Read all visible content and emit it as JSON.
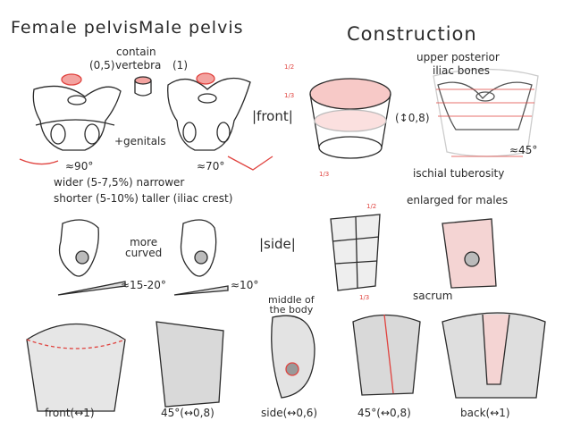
{
  "titles": {
    "female": "Female pelvis",
    "male": "Male pelvis",
    "construction": "Construction"
  },
  "notes": {
    "contain": "contain",
    "half": "(0,5)",
    "vertebra": "vertebra",
    "one": "(1)",
    "genitals": "+genitals",
    "angle_f": "≈90°",
    "angle_m": "≈70°",
    "wider": "wider (5-7,5%) narrower",
    "shorter": "shorter (5-10%) taller (iliac crest)",
    "front": "|front|",
    "ratio": "(↕0,8)",
    "upper_posterior": "upper posterior",
    "iliac_bones": "iliac bones",
    "angle45": "≈45°",
    "ischial": "ischial tuberosity",
    "enlarged": "enlarged for males",
    "more_curved": "more\ncurved",
    "tilt_f": "≈15-20°",
    "tilt_m": "≈10°",
    "side": "|side|",
    "middle": "middle of\nthe body",
    "sacrum": "sacrum",
    "frac_half": "1/2",
    "frac_third": "1/3"
  },
  "views": [
    "front(↔1)",
    "45°(↔0,8)",
    "side(↔0,6)",
    "45°(↔0,8)",
    "back(↔1)"
  ],
  "colors": {
    "accent": "#e0433f",
    "ink": "#2a2a2a",
    "shade": "#9a9a9a"
  }
}
